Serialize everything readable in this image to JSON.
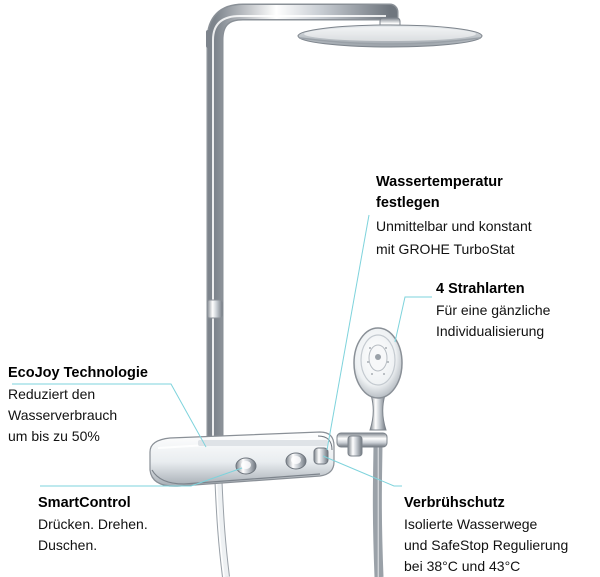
{
  "callouts": {
    "wassertemperatur": {
      "title_line1": "Wassertemperatur",
      "title_line2": "festlegen",
      "desc_line1": "Unmittelbar und konstant",
      "desc_line2": "mit GROHE TurboStat"
    },
    "strahlarten": {
      "title": "4 Strahlarten",
      "desc_line1": "Für eine gänzliche",
      "desc_line2": "Individualisierung"
    },
    "ecojoy": {
      "title": "EcoJoy Technologie",
      "desc_line1": "Reduziert den",
      "desc_line2": "Wasserverbrauch",
      "desc_line3": "um bis zu 50%"
    },
    "smartcontrol": {
      "title": "SmartControl",
      "desc_line1": "Drücken. Drehen.",
      "desc_line2": "Duschen."
    },
    "verbruehschutz": {
      "title": "Verbrühschutz",
      "desc_line1": "Isolierte Wasserwege",
      "desc_line2": "und SafeStop Regulierung",
      "desc_line3": "bei 38°C und 43°C"
    }
  },
  "colors": {
    "leader_line": "#7ed3dc",
    "chrome_dark": "#8a9097",
    "chrome_light": "#f4f6f8",
    "shelf_white": "#ffffff",
    "accent_blue": "#1e3a5f"
  }
}
